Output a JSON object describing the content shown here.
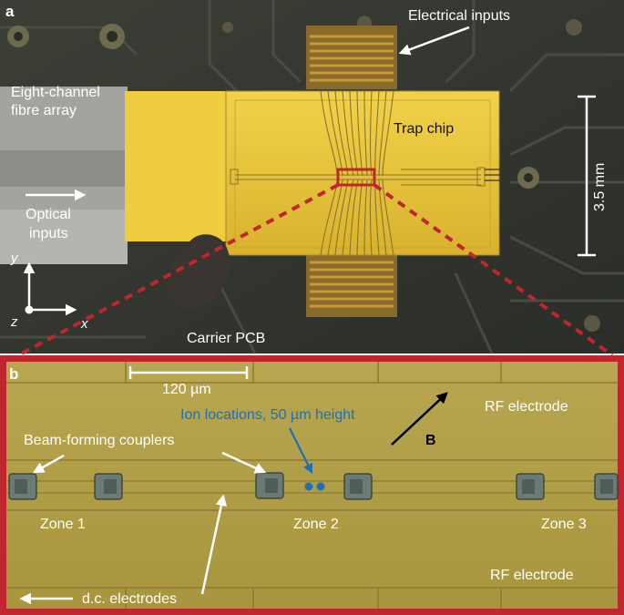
{
  "panel_a": {
    "panel_label": "a",
    "labels": {
      "electrical_inputs": "Electrical inputs",
      "fibre_array_line1": "Eight-channel",
      "fibre_array_line2": "fibre array",
      "trap_chip": "Trap chip",
      "optical_line1": "Optical",
      "optical_line2": "inputs",
      "carrier_pcb": "Carrier PCB",
      "scale_bar": "3.5 mm",
      "axis_y": "y",
      "axis_z": "z",
      "axis_x": "x"
    }
  },
  "panel_b": {
    "panel_label": "b",
    "labels": {
      "scale_bar": "120 µm",
      "ion_locations": "Ion locations, 50 µm height",
      "rf_electrode_top": "RF electrode",
      "beam_forming": "Beam-forming couplers",
      "b_field": "B",
      "zone1": "Zone 1",
      "zone2": "Zone 2",
      "zone3": "Zone 3",
      "rf_electrode_bottom": "RF electrode",
      "dc_electrodes": "d.c. electrodes"
    }
  },
  "colors": {
    "highlight_red": "#c0262d",
    "ion_blue": "#1f6fb5",
    "gold": "#e8c23a",
    "electrode_gold": "#b4a24a"
  }
}
